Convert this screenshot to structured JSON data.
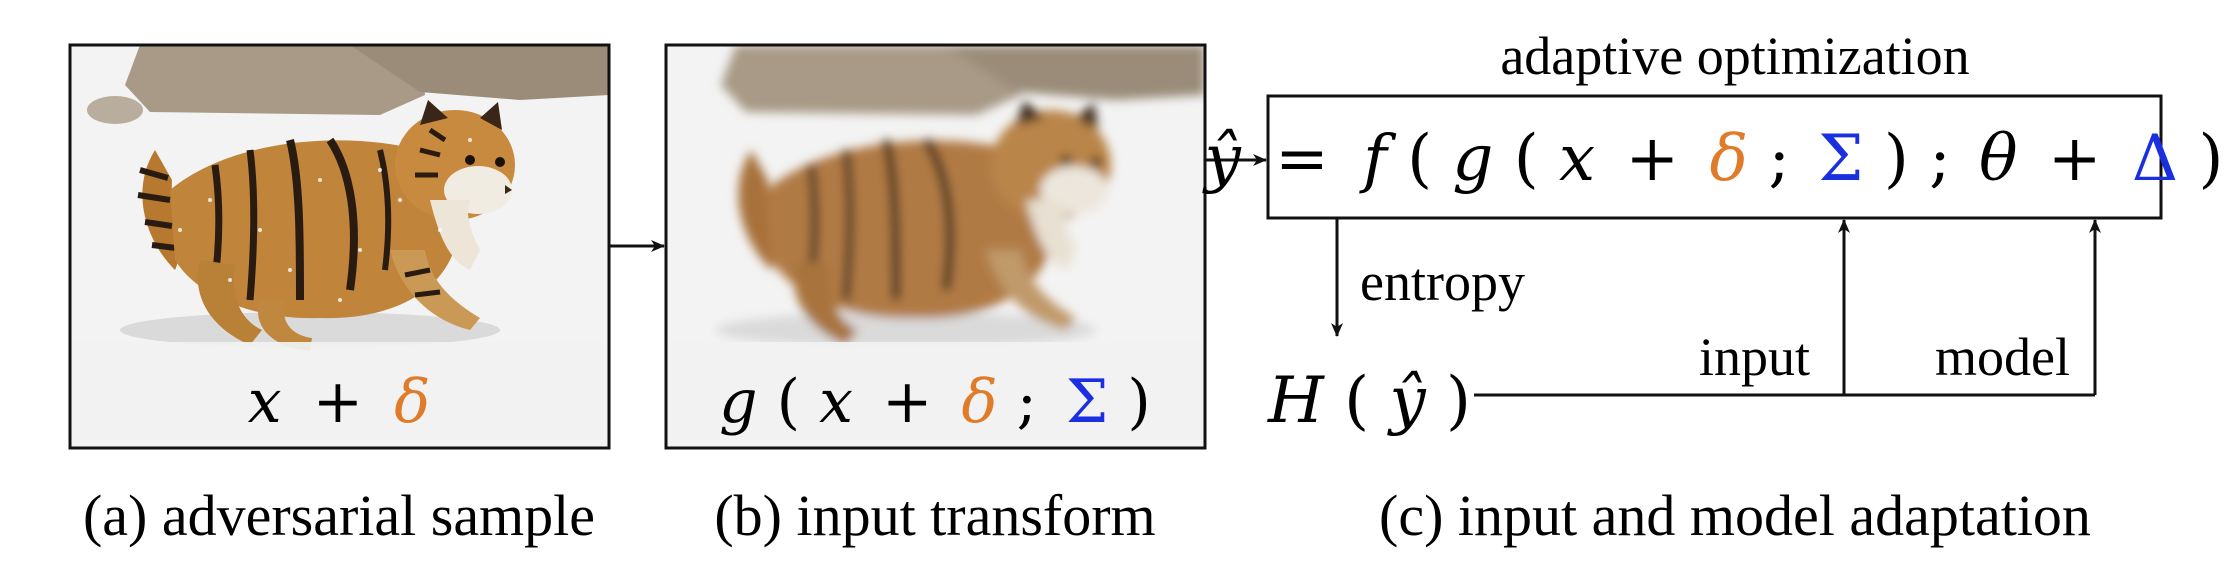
{
  "colors": {
    "delta": "#e07b2a",
    "sigma": "#1a2fe0",
    "text": "#111111",
    "snow": "#f4f4f4"
  },
  "panels": {
    "a": {
      "caption": "(a) adversarial sample",
      "formula": {
        "x": "x",
        "plus": "+",
        "delta": "δ"
      }
    },
    "b": {
      "caption": "(b) input transform",
      "formula": {
        "g": "g",
        "open": "(",
        "x": "x",
        "plus": "+",
        "delta": "δ",
        "semi": ";",
        "sigma": "Σ",
        "close": ")"
      }
    },
    "c": {
      "caption": "(c) input and model adaptation",
      "box_title": "adaptive optimization",
      "formula": {
        "yhat": "ŷ",
        "eq": "=",
        "f": "f",
        "p1": "(",
        "g": "g",
        "p2": "(",
        "x": "x",
        "plus1": "+",
        "delta": "δ",
        "semi1": ";",
        "sigma": "Σ",
        "p3": ")",
        "semi2": ";",
        "theta": "θ",
        "plus2": "+",
        "Delta": "Δ",
        "p4": ")"
      },
      "entropy_label": "entropy",
      "entropy_term": {
        "H": "H",
        "open": "(",
        "yhat": "ŷ",
        "close": ")"
      },
      "input_label": "input",
      "model_label": "model"
    }
  }
}
